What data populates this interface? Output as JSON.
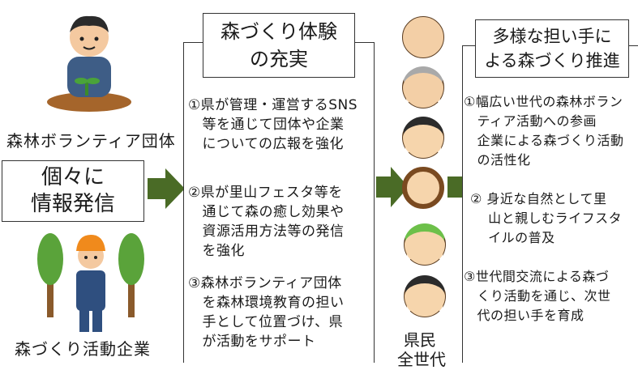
{
  "left": {
    "volunteer_label": "森林ボランティア団体",
    "individual_box": [
      "個々に",
      "情報発信"
    ],
    "company_label": "森づくり活動企業"
  },
  "middle": {
    "title": [
      "森づくり体験",
      "の充実"
    ],
    "items": [
      "①県が管理・運営するSNS\n　等を通じて団体や企業\n　についての広報を強化",
      "②県が里山フェスタ等を\n　通じて森の癒し効果や\n　資源活用方法等の発信\n　を強化",
      "③森林ボランティア団体\n　を森林環境教育の担い\n　手として位置づけ、県\n　が活動をサポート"
    ]
  },
  "people": {
    "label_line1": "県民",
    "label_line2": "全世代"
  },
  "right": {
    "title": [
      "多様な担い手に",
      "よる森づくり推進"
    ],
    "items": [
      "①幅広い世代の森林ボラン\n　ティア活動への参画\n　企業による森づくり活動\n　の活性化",
      "② 身近な自然として里\n　 山と親しむライフスタ\n　 イルの普及",
      "③世代間交流による森づ\n　くり活動を通じ、次世\n　代の担い手を育成"
    ]
  },
  "colors": {
    "arrow": "#4a6b26",
    "tree": "#5aa33a",
    "trunk": "#8a5a2b"
  },
  "icons": [
    "volunteer-planting-icon",
    "forestry-worker-icon",
    "elderly-man-icon",
    "elderly-woman-icon",
    "man-icon",
    "woman-icon",
    "boy-icon",
    "girl-icon"
  ]
}
